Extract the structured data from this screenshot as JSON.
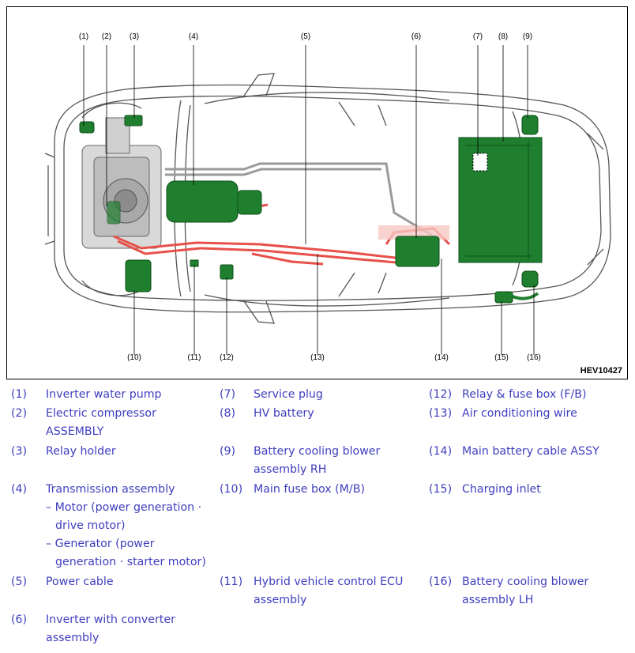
{
  "diagram_code": "HEV10427",
  "callout_numbers": [
    "(1)",
    "(2)",
    "(3)",
    "(4)",
    "(5)",
    "(6)",
    "(7)",
    "(8)",
    "(9)",
    "(10)",
    "(11)",
    "(12)",
    "(13)",
    "(14)",
    "(15)",
    "(16)"
  ],
  "colors": {
    "component_green": "#1f7f2f",
    "cable_red": "#e8504a",
    "legend_blue": "#3f3fbf",
    "outline": "#555555"
  },
  "legend": {
    "col1": [
      {
        "num": "(1)",
        "lines": [
          "Inverter water pump"
        ]
      },
      {
        "num": "(2)",
        "lines": [
          "Electric compressor",
          "ASSEMBLY"
        ]
      },
      {
        "num": "(3)",
        "lines": [
          "Relay holder"
        ]
      },
      {
        "num": "(4)",
        "lines": [
          "Transmission assembly"
        ],
        "subs": [
          [
            "– Motor (power generation ·",
            "drive motor)"
          ],
          [
            "– Generator (power",
            "generation · starter motor)"
          ]
        ]
      },
      {
        "num": "(5)",
        "lines": [
          "Power cable"
        ]
      },
      {
        "num": "(6)",
        "lines": [
          "Inverter with converter",
          "assembly"
        ]
      }
    ],
    "col2": [
      {
        "num": "(7)",
        "lines": [
          "Service plug"
        ]
      },
      {
        "num": "(8)",
        "lines": [
          "HV battery"
        ]
      },
      {
        "num": "(9)",
        "lines": [
          "Battery cooling blower",
          "assembly RH"
        ]
      },
      {
        "num": "(10)",
        "lines": [
          "Main fuse box (M/B)"
        ]
      },
      {
        "num": "(11)",
        "lines": [
          "Hybrid vehicle control ECU",
          "assembly"
        ]
      }
    ],
    "col3": [
      {
        "num": "(12)",
        "lines": [
          "Relay & fuse box (F/B)"
        ]
      },
      {
        "num": "(13)",
        "lines": [
          "Air conditioning wire"
        ]
      },
      {
        "num": "(14)",
        "lines": [
          "Main battery cable ASSY"
        ]
      },
      {
        "num": "(15)",
        "lines": [
          "Charging inlet"
        ]
      },
      {
        "num": "(16)",
        "lines": [
          "Battery cooling blower",
          "assembly LH"
        ]
      }
    ]
  }
}
